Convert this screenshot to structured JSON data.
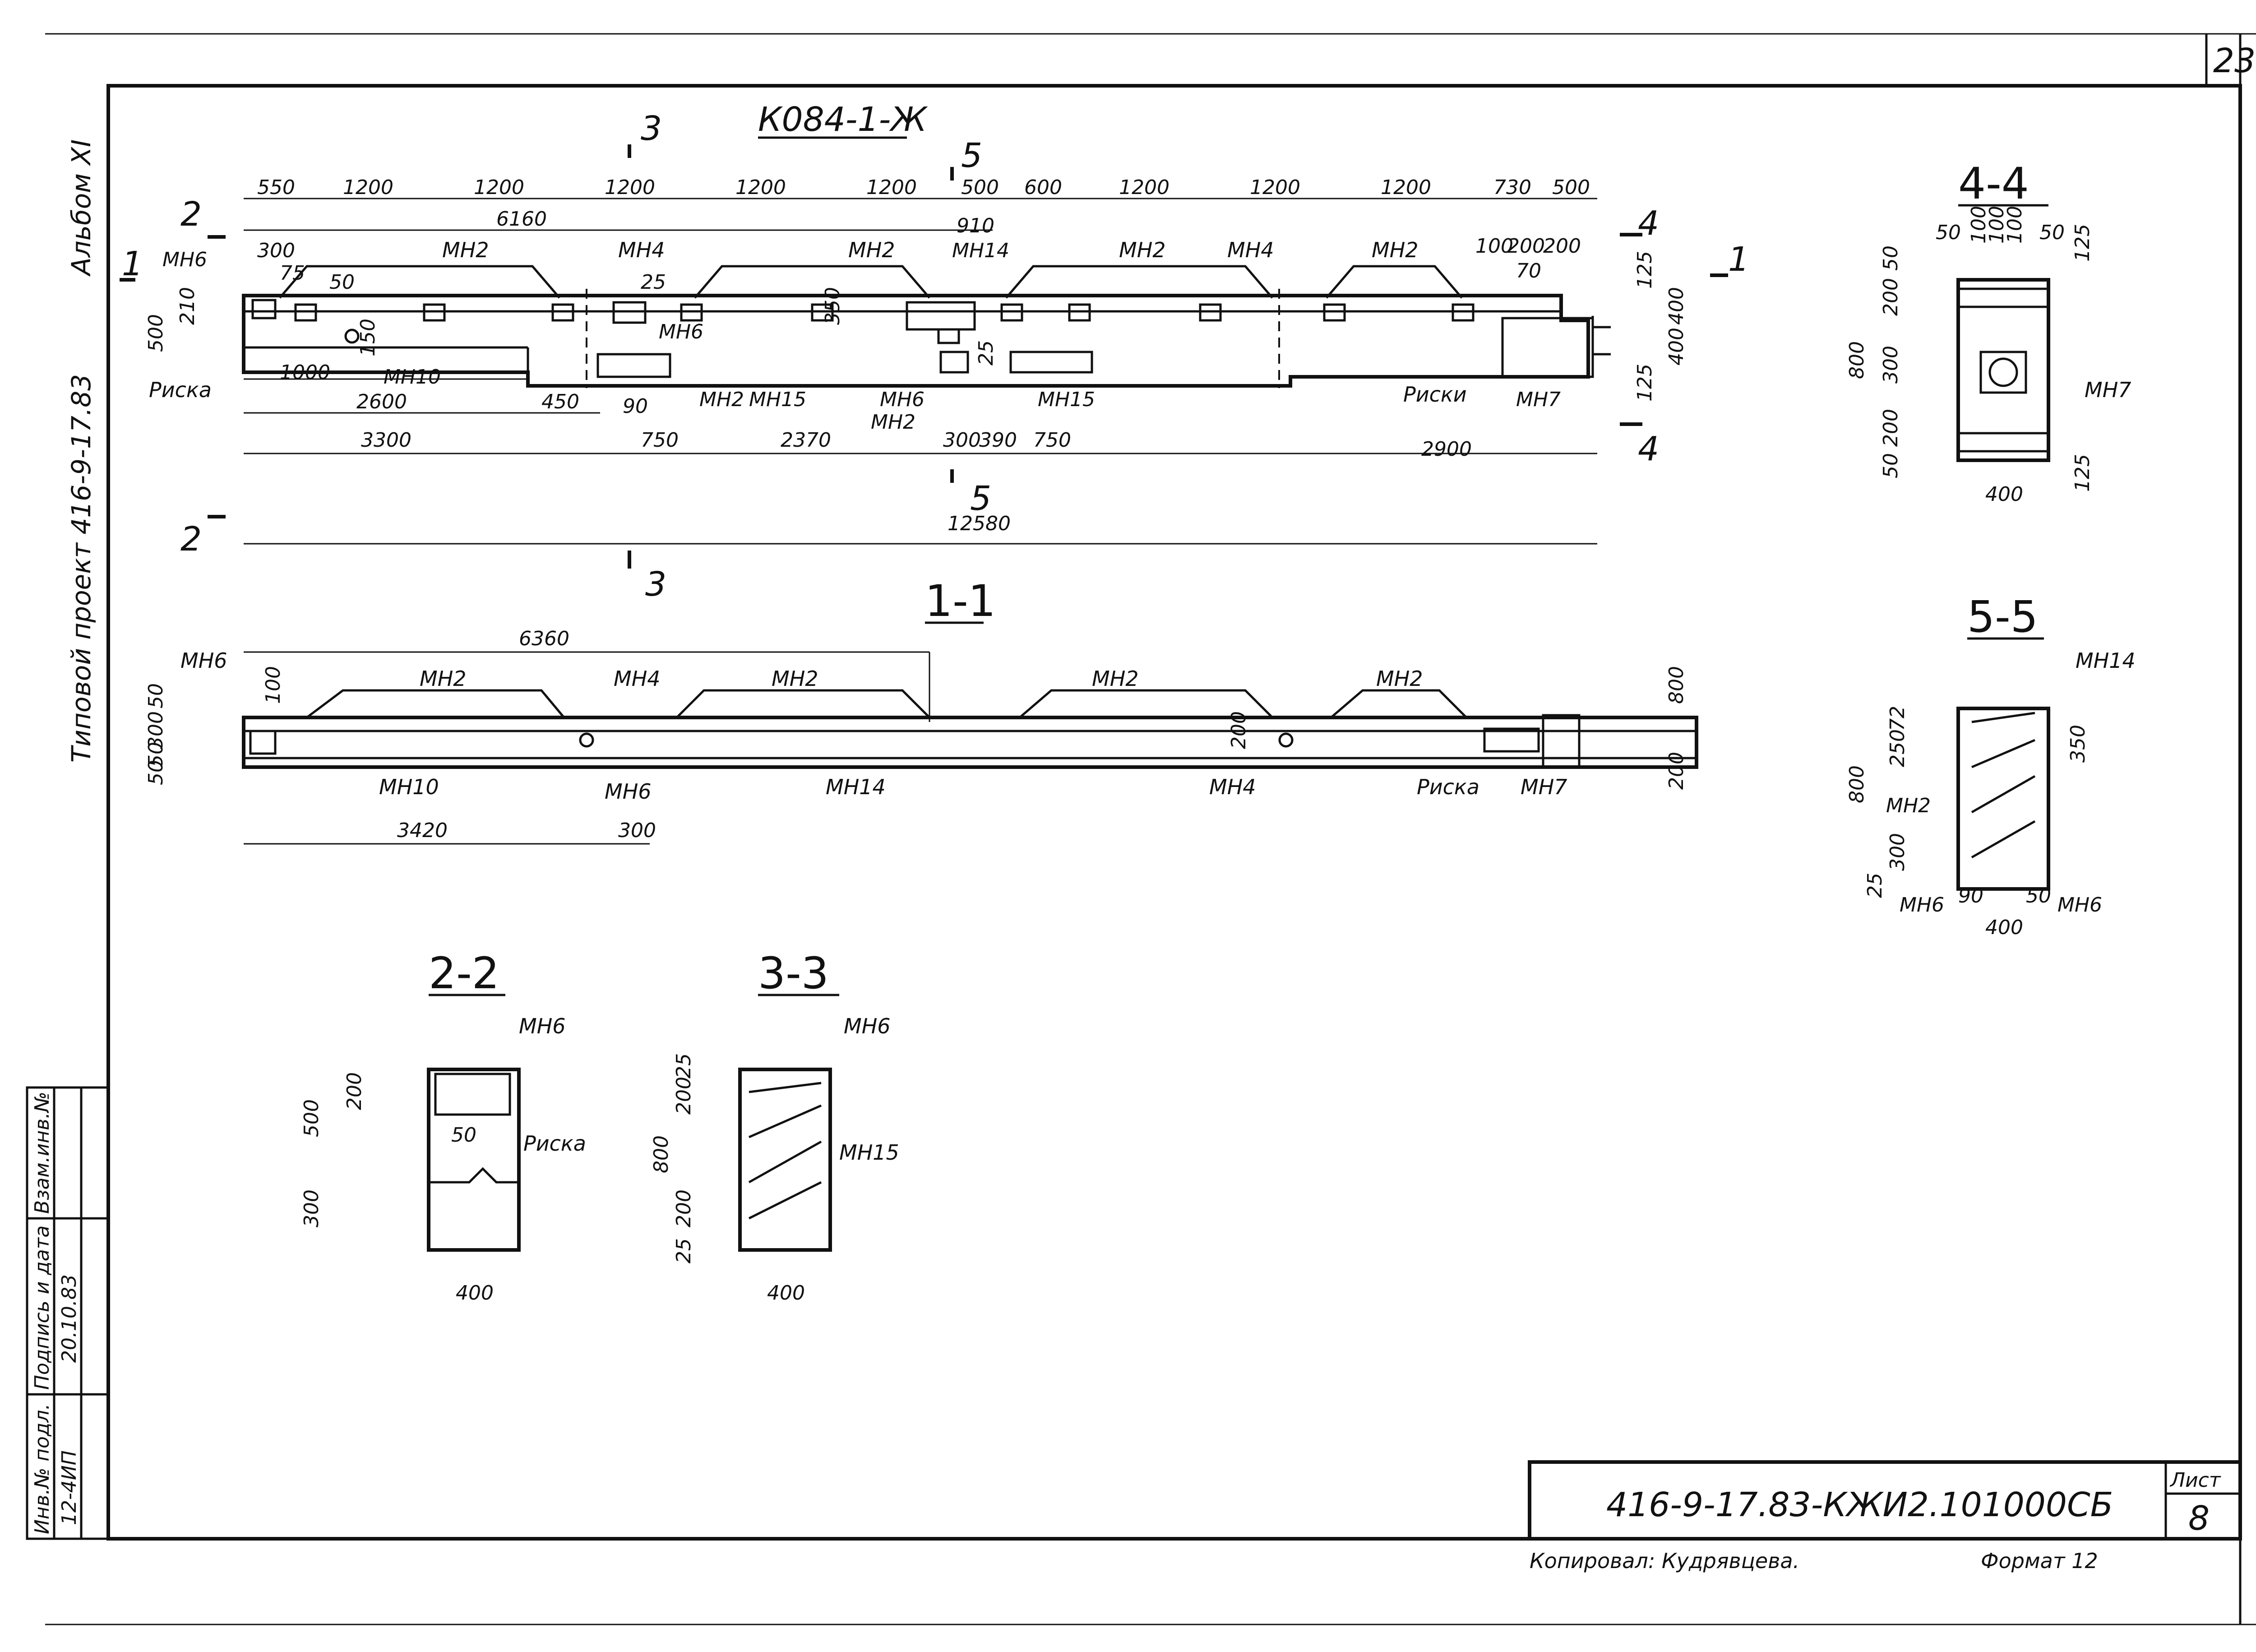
{
  "sheet_number": "23",
  "album": "Альбом XI",
  "project": "Типовой проект 416-9-17.83",
  "main_view": {
    "title": "К084-1-Ж",
    "top_dims": [
      "550",
      "1200",
      "1200",
      "1200",
      "1200",
      "1200",
      "500",
      "600",
      "1200",
      "1200",
      "1200",
      "730",
      "500"
    ],
    "dim_6160": "6160",
    "dim_910": "910",
    "dim_300": "300",
    "dim_75": "75",
    "dim_50": "50",
    "dim_25": "25",
    "dim_100": "100",
    "dim_200a": "200",
    "dim_200b": "200",
    "dim_70": "70",
    "dim_500_left": "500",
    "dim_210": "210",
    "dim_150": "150",
    "dim_350": "350",
    "dim_125a": "125",
    "dim_125b": "125",
    "dim_400a": "400",
    "dim_400b": "400",
    "dim_1000": "1000",
    "dim_2600": "2600",
    "dim_450": "450",
    "dim_90": "90",
    "dim_3300": "3300",
    "dim_750a": "750",
    "dim_2370": "2370",
    "dim_300b": "300",
    "dim_390": "390",
    "dim_750b": "750",
    "dim_2900": "2900",
    "dim_12580": "12580",
    "dim_25b": "25",
    "labels": {
      "mn6a": "МН6",
      "mn2a": "МН2",
      "mn4a": "МН4",
      "mn2b": "МН2",
      "mn14a": "МН14",
      "mn2c": "МН2",
      "mn4b": "МН4",
      "mn2d": "МН2",
      "mn6b": "МН6",
      "mn10": "МН10",
      "mn2e": "МН2",
      "mn15a": "МН15",
      "mn6c": "МН6",
      "mn2f": "МН2",
      "mn15b": "МН15",
      "mn7": "МН7",
      "riska": "Риска",
      "riski": "Риски"
    },
    "cut_2": "2",
    "cut_3": "3",
    "cut_5": "5",
    "cut_4": "4",
    "cut_1": "1"
  },
  "section_1_1": {
    "title": "1-1",
    "dim_6360": "6360",
    "dim_3420": "3420",
    "dim_300": "300",
    "dim_100": "100",
    "dim_50a": "50",
    "dim_300v": "300",
    "dim_50b": "50",
    "dim_50c": "50",
    "dim_800": "800",
    "dim_200": "200",
    "dim_200b": "200",
    "labels": {
      "mn6": "МН6",
      "mn2a": "МН2",
      "mn4a": "МН4",
      "mn2b": "МН2",
      "mn2c": "МН2",
      "mn2d": "МН2",
      "mn10": "МН10",
      "mn6b": "МН6",
      "mn14": "МН14",
      "mn4b": "МН4",
      "riska": "Риска",
      "mn7": "МН7"
    }
  },
  "section_2_2": {
    "title": "2-2",
    "dim_500": "500",
    "dim_300": "300",
    "dim_200": "200",
    "dim_50": "50",
    "dim_400": "400",
    "mn6": "МН6",
    "riska": "Риска"
  },
  "section_3_3": {
    "title": "3-3",
    "dim_25a": "25",
    "dim_200a": "200",
    "dim_800": "800",
    "dim_200b": "200",
    "dim_25b": "25",
    "dim_400": "400",
    "mn6": "МН6",
    "mn15": "МН15"
  },
  "section_4_4": {
    "title": "4-4",
    "dim_50a": "50",
    "dim_100a": "100",
    "dim_100b": "100",
    "dim_100c": "100",
    "dim_50b": "50",
    "dim_125a": "125",
    "dim_50c": "50",
    "dim_200a": "200",
    "dim_300": "300",
    "dim_200b": "200",
    "dim_50d": "50",
    "dim_800": "800",
    "dim_125b": "125",
    "dim_400": "400",
    "mn7": "МН7"
  },
  "section_5_5": {
    "title": "5-5",
    "mn14": "МН14",
    "dim_72": "72",
    "dim_250": "250",
    "dim_350": "350",
    "dim_800": "800",
    "mn2": "МН2",
    "dim_300": "300",
    "dim_25": "25",
    "dim_90": "90",
    "dim_50": "50",
    "mn6a": "МН6",
    "mn6b": "МН6",
    "dim_400": "400"
  },
  "stamp": {
    "inv_podl": "Инв.№ подл.",
    "podpis": "Подпись и дата",
    "vzam": "Взам.инв.№",
    "inv_value": "12-4ИП",
    "date_value": "20.10.83",
    "code": "416-9-17.83-КЖИ2.101000СБ",
    "list_label": "Лист",
    "list_value": "8",
    "copied": "Копировал: Кудрявцева.",
    "format": "Формат 12"
  }
}
